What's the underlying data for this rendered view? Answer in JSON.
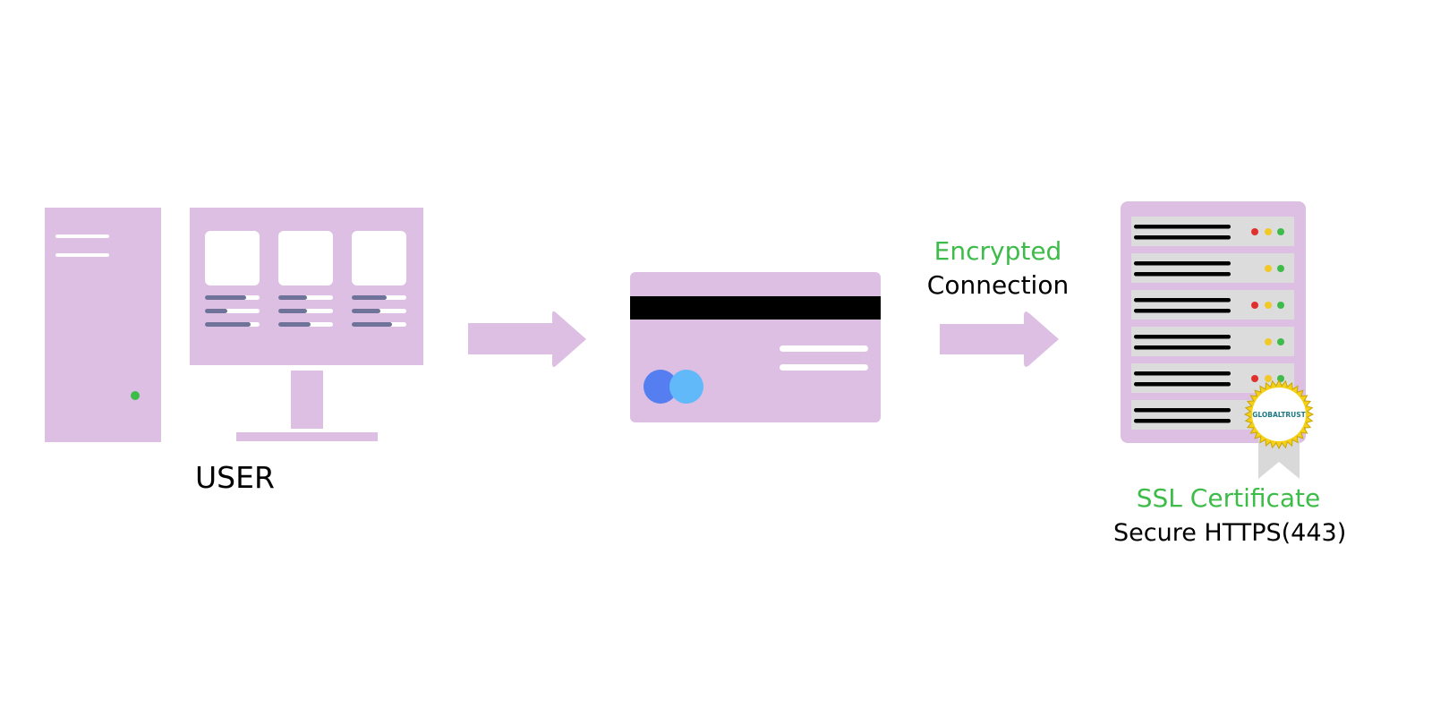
{
  "colors": {
    "shape_fill": "#dcbfe2",
    "green": "#3dbc49",
    "text": "#000000",
    "server_slot": "#dcdcdc",
    "bar_accent": "#6f7399",
    "card_stripe": "#000000",
    "card_circle_left": "#557ff0",
    "card_circle_right": "#62b9f9",
    "led_red": "#e0302c",
    "led_yellow": "#f2c827",
    "led_green": "#3dbc49",
    "seal_gold": "#f4d116",
    "seal_text": "#1e7a85",
    "ribbon": "#d9d9d9"
  },
  "nodes": {
    "user": {
      "label": "USER",
      "icon": "desktop-computer-icon"
    },
    "card": {
      "icon": "credit-card-icon"
    },
    "connection": {
      "label_line1": "Encrypted",
      "label_line2": "Connection"
    },
    "server": {
      "icon": "server-rack-icon",
      "label_line1": "SSL Certificate",
      "label_line2": "Secure HTTPS(443)",
      "seal_text": "GLOBALTRUST",
      "slot_leds": [
        [
          "red",
          "yellow",
          "green"
        ],
        [
          "yellow",
          "green"
        ],
        [
          "red",
          "yellow",
          "green"
        ],
        [
          "yellow",
          "green"
        ],
        [
          "red",
          "yellow",
          "green"
        ],
        []
      ]
    }
  },
  "arrows": [
    {
      "from": "user",
      "to": "card",
      "icon": "right-arrow-icon"
    },
    {
      "from": "card",
      "to": "server",
      "icon": "right-arrow-icon"
    }
  ]
}
